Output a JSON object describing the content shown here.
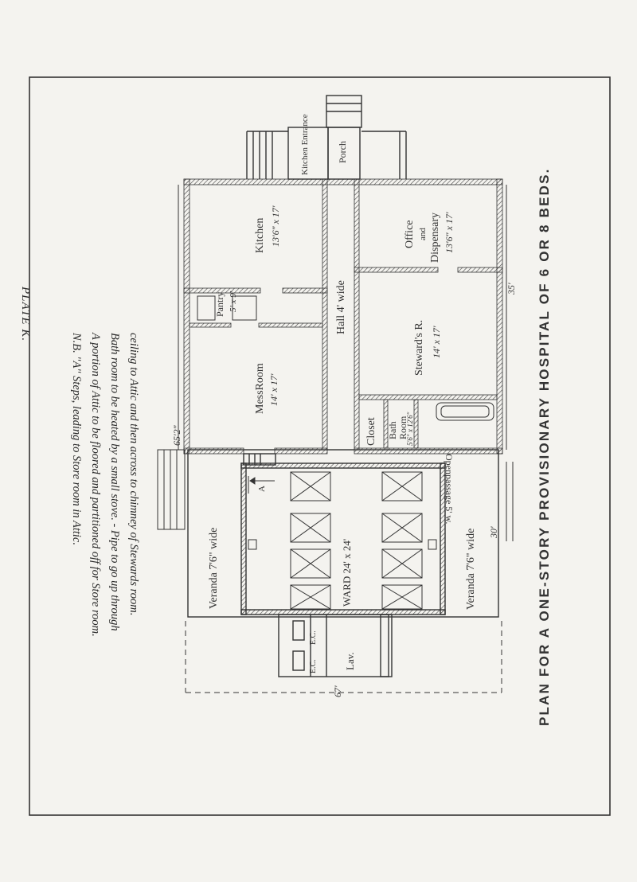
{
  "plate": "PLATE K.",
  "notes": [
    "N.B. \"A\" Steps, leading to Store room in Attic.",
    "A portion of Attic to be floored and partitioned off for Store room.",
    "Bath room to be heated by a small stove. - Pipe to go up through",
    "ceiling to Attic and then across to chimney of Stewards room."
  ],
  "title": "PLAN FOR A ONE-STORY PROVISIONARY HOSPITAL OF 6 OR 8 BEDS.",
  "rooms": {
    "kitchen_entrance": "Kitchen Entrance",
    "porch": "Porch",
    "kitchen": "Kitchen",
    "kitchen_dim": "13'6\" x 17'",
    "office_1": "Office",
    "office_2": "and",
    "office_3": "Dispensary",
    "office_dim": "13'6\" x 17'",
    "pantry": "Pantry",
    "pantry_dim": "5' x 9'",
    "hall": "Hall 4' wide",
    "messroom": "MessRoom",
    "messroom_dim": "14' x 17'",
    "stewards": "Steward's R.",
    "stewards_dim": "14' x 17'",
    "closet": "Closet",
    "bath_1": "Bath",
    "bath_2": "Room",
    "bath_dim": "5'6\" x 12'6\"",
    "openpassage": "Openpassage 5' w.",
    "veranda_left": "Veranda 7'6\" wide",
    "ward": "WARD 24' x 24'",
    "veranda_right": "Veranda 7'6\" wide",
    "ec1": "E.C.",
    "ec2": "E.C.",
    "lav": "Lav."
  },
  "dimensions": {
    "d652": "65'2\"",
    "d35": "35'",
    "d30": "30'",
    "d67": "67'",
    "arrow_a": "A"
  }
}
